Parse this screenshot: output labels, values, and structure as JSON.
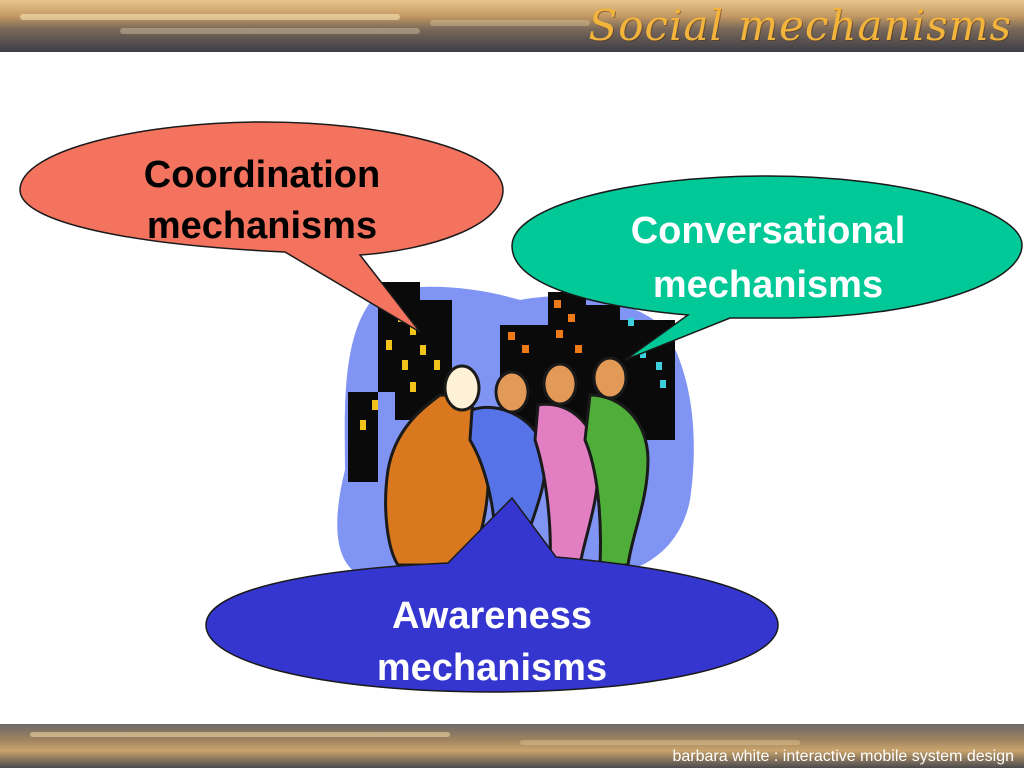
{
  "slide": {
    "title": "Social mechanisms",
    "footer": "barbara white : interactive mobile system design"
  },
  "bubbles": {
    "coordination": {
      "line1": "Coordination",
      "line2": "mechanisms",
      "color": "#f4735f",
      "text_color": "#000000"
    },
    "conversational": {
      "line1": "Conversational",
      "line2": "mechanisms",
      "color": "#00c896",
      "text_color": "#ffffff"
    },
    "awareness": {
      "line1": "Awareness",
      "line2": "mechanisms",
      "color": "#3535d0",
      "text_color": "#ffffff"
    }
  },
  "illustration": {
    "name": "people-in-city-clipart-icon"
  }
}
